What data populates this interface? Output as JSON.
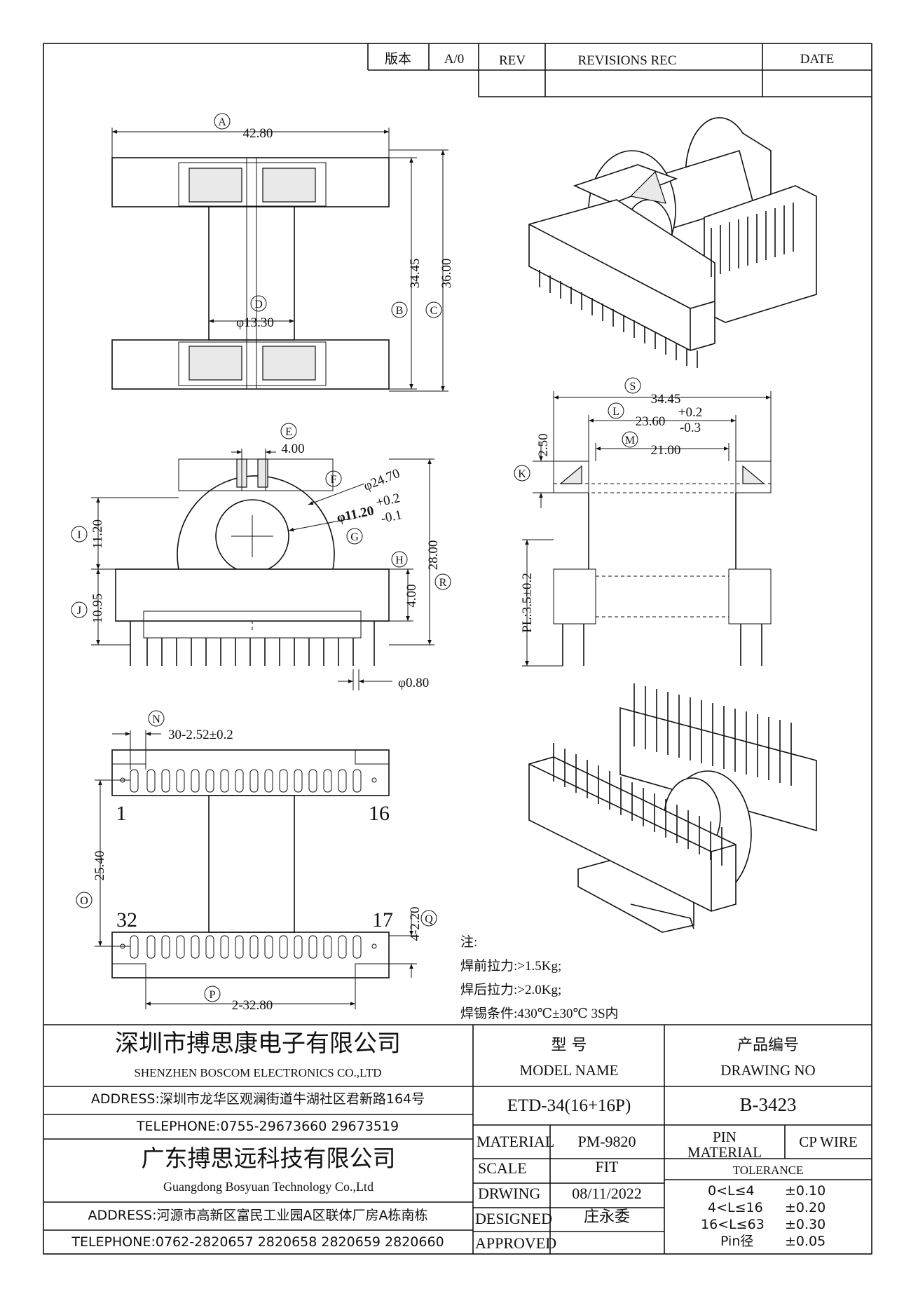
{
  "revision": {
    "version_label": "版本",
    "version_value": "A/0",
    "rev_label": "REV",
    "records_label": "REVISIONS REC",
    "date_label": "DATE"
  },
  "dims": {
    "A": "A",
    "A_val": "42.80",
    "B": "B",
    "B_val": "34.45",
    "C": "C",
    "C_val": "36.00",
    "D": "D",
    "D_val": "φ13.30",
    "E": "E",
    "E_val": "4.00",
    "F": "F",
    "F_val": "φ24.70",
    "G": "G",
    "G_val": "φ11.20",
    "G_tol_plus": "+0.2",
    "G_tol_minus": "-0.1",
    "H": "H",
    "H_val": "4.00",
    "I": "I",
    "I_val": "11.20",
    "J": "J",
    "J_val": "10.95",
    "K": "K",
    "K_val": "2.50",
    "L": "L",
    "L_val": "23.60",
    "L_tol_plus": "+0.2",
    "L_tol_minus": "-0.3",
    "M": "M",
    "M_val": "21.00",
    "N": "N",
    "N_val": "30-2.52±0.2",
    "O": "O",
    "O_val": "25.40",
    "P": "P",
    "P_val": "2-32.80",
    "Q": "Q",
    "Q_val": "4-2.20",
    "R": "R",
    "R_val": "28.00",
    "S": "S",
    "S_val": "34.45",
    "pin_dia": "φ0.80",
    "pitch_pl": "PL:3.5±0.2"
  },
  "pins": {
    "p1": "1",
    "p16": "16",
    "p32": "32",
    "p17": "17"
  },
  "notes": {
    "title": "注:",
    "line1": "焊前拉力:>1.5Kg;",
    "line2": "焊后拉力:>2.0Kg;",
    "line3": "焊锡条件:430℃±30℃ 3S内"
  },
  "company1": {
    "name_cn": "深圳市搏思康电子有限公司",
    "name_en": "SHENZHEN BOSCOM ELECTRONICS CO.,LTD",
    "address": "ADDRESS:深圳市龙华区观澜街道牛湖社区君新路164号",
    "telephone": "TELEPHONE:0755-29673660 29673519"
  },
  "company2": {
    "name_cn": "广东搏思远科技有限公司",
    "name_en": "Guangdong Bosyuan Technology Co.,Ltd",
    "address": "ADDRESS:河源市高新区富民工业园A区联体厂房A栋南栋",
    "telephone": "TELEPHONE:0762-2820657 2820658 2820659 2820660"
  },
  "title_block": {
    "model_cn": "型 号",
    "model_en": "MODEL NAME",
    "drawing_cn": "产品编号",
    "drawing_en": "DRAWING NO",
    "model_value": "ETD-34(16+16P)",
    "drawing_value": "B-3423",
    "material_label": "MATERIAL",
    "material_value": "PM-9820",
    "pin_material_label_1": "PIN",
    "pin_material_label_2": "MATERIAL",
    "pin_material_value": "CP WIRE",
    "scale_label": "SCALE",
    "scale_value": "FIT",
    "drawing_label": "DRWING",
    "drawing_date": "08/11/2022",
    "designed_label": "DESIGNED",
    "designed_value": "庄永委",
    "approved_label": "APPROVED",
    "approved_value": "",
    "tolerance_label": "TOLERANCE",
    "tolerances": [
      {
        "range": "0<L≤4",
        "value": "±0.10"
      },
      {
        "range": "4<L≤16",
        "value": "±0.20"
      },
      {
        "range": "16<L≤63",
        "value": "±0.30"
      },
      {
        "range": "Pin径",
        "value": "±0.05"
      }
    ]
  }
}
